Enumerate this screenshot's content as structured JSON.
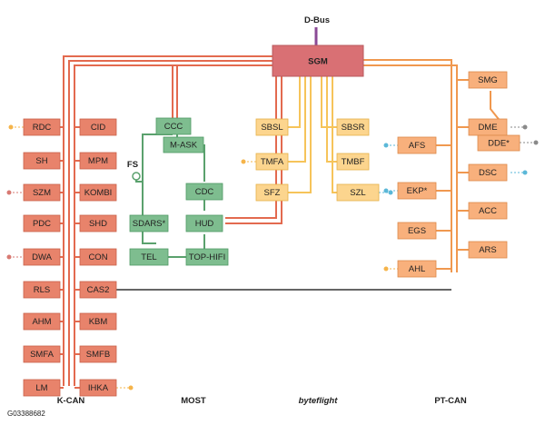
{
  "title_bus": "D-Bus",
  "footer_code": "G03388682",
  "colors": {
    "kcan": "#e8836b",
    "kcan_line": "#e36a4f",
    "most": "#7ebd8f",
    "most_line": "#5aa16d",
    "byteflight": "#fcd58e",
    "byteflight_line": "#f6c45a",
    "ptcan": "#f8b07c",
    "ptcan_line": "#f0984f",
    "sgm": "#d97074",
    "dbus_line": "#8b4a96",
    "line_black": "#333333",
    "dot_orange": "#f5b44a",
    "dot_red": "#d87a73",
    "dot_blue": "#5bb8d8",
    "dot_gray": "#8a8a8a"
  },
  "sgm": {
    "label": "SGM"
  },
  "bus_labels": {
    "kcan": "K-CAN",
    "most": "MOST",
    "byteflight": "byteflight",
    "ptcan": "PT-CAN"
  },
  "fs_label": "FS",
  "kcan_left": [
    "RDC",
    "SH",
    "SZM",
    "PDC",
    "DWA",
    "RLS",
    "AHM",
    "SMFA",
    "LM"
  ],
  "kcan_right": [
    "CID",
    "MPM",
    "KOMBI",
    "SHD",
    "CON",
    "CAS2",
    "KBM",
    "SMFB",
    "IHKA"
  ],
  "most_modules": [
    "CCC",
    "M-ASK",
    "CDC",
    "SDARS*",
    "HUD",
    "TEL",
    "TOP-HIFI"
  ],
  "byteflight_modules": [
    "SBSL",
    "SBSR",
    "TMFA",
    "TMBF",
    "SFZ",
    "SZL"
  ],
  "ptcan_modules": [
    "SMG",
    "DME",
    "DDE*",
    "AFS",
    "DSC",
    "EKP*",
    "ACC",
    "EGS",
    "ARS",
    "AHL"
  ]
}
